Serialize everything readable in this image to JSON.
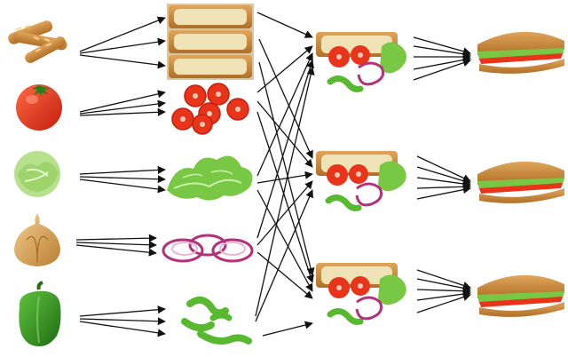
{
  "diagram": {
    "columns": [
      {
        "name": "raw-ingredients",
        "items": [
          {
            "name": "baguette-icon"
          },
          {
            "name": "tomato-icon"
          },
          {
            "name": "lettuce-head-icon"
          },
          {
            "name": "onion-icon"
          },
          {
            "name": "green-pepper-icon"
          }
        ]
      },
      {
        "name": "prepared-ingredients",
        "items": [
          {
            "name": "sliced-bread-stack-icon"
          },
          {
            "name": "tomato-slices-icon"
          },
          {
            "name": "lettuce-leaves-icon"
          },
          {
            "name": "onion-rings-icon"
          },
          {
            "name": "pepper-strips-icon"
          }
        ]
      },
      {
        "name": "assembled-ingredients",
        "items": [
          {
            "name": "assembly-set-1-icon"
          },
          {
            "name": "assembly-set-2-icon"
          },
          {
            "name": "assembly-set-3-icon"
          }
        ]
      },
      {
        "name": "finished-sandwiches",
        "items": [
          {
            "name": "sandwich-1-icon"
          },
          {
            "name": "sandwich-2-icon"
          },
          {
            "name": "sandwich-3-icon"
          }
        ]
      }
    ],
    "colors": {
      "arrow": "#111111",
      "bread_crust": "#c98a3d",
      "bread_inner": "#efe3b5",
      "tomato": "#e23b1e",
      "lettuce": "#7cc84a",
      "onion_skin": "#d9a760",
      "onion_ring": "#b8357a",
      "pepper": "#2f8f1f"
    }
  }
}
